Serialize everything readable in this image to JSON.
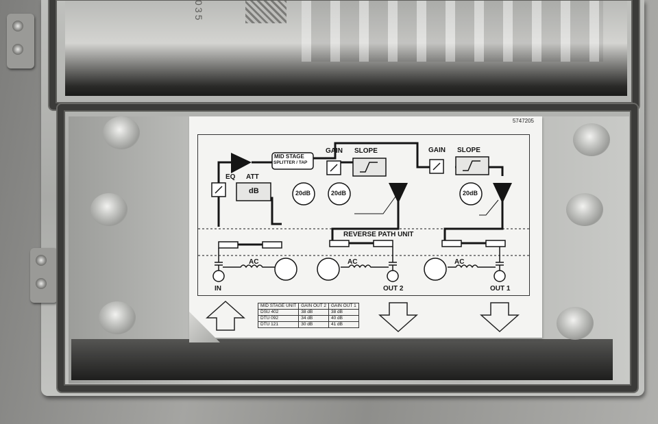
{
  "casing": {
    "stamp_text": "035"
  },
  "label": {
    "part_number": "5747205",
    "blocks": {
      "mid_stage_line1": "MID STAGE",
      "mid_stage_line2": "SPLITTER / TAP",
      "gain_1": "GAIN",
      "slope_1": "SLOPE",
      "gain_2": "GAIN",
      "slope_2": "SLOPE",
      "eq": "EQ",
      "att": "ATT",
      "att_value": "dB",
      "pad_1": "20dB",
      "pad_2": "20dB",
      "pad_3": "20dB",
      "reverse_path": "REVERSE PATH UNIT",
      "ac_1": "AC",
      "ac_2": "AC",
      "ac_3": "AC",
      "port_in": "IN",
      "port_out2": "OUT 2",
      "port_out1": "OUT 1"
    },
    "table": {
      "headers": [
        "MID STAGE UNIT",
        "GAIN OUT 2",
        "GAIN OUT 1"
      ],
      "rows": [
        [
          "DSU 402",
          "38 dB",
          "38 dB"
        ],
        [
          "DTU 092",
          "34 dB",
          "40 dB"
        ],
        [
          "DTU 121",
          "30 dB",
          "41 dB"
        ]
      ]
    }
  },
  "colors": {
    "label_bg": "#f4f4f2",
    "ink": "#151515",
    "gasket": "#3b3b39",
    "metal": "#b5b6b3"
  }
}
